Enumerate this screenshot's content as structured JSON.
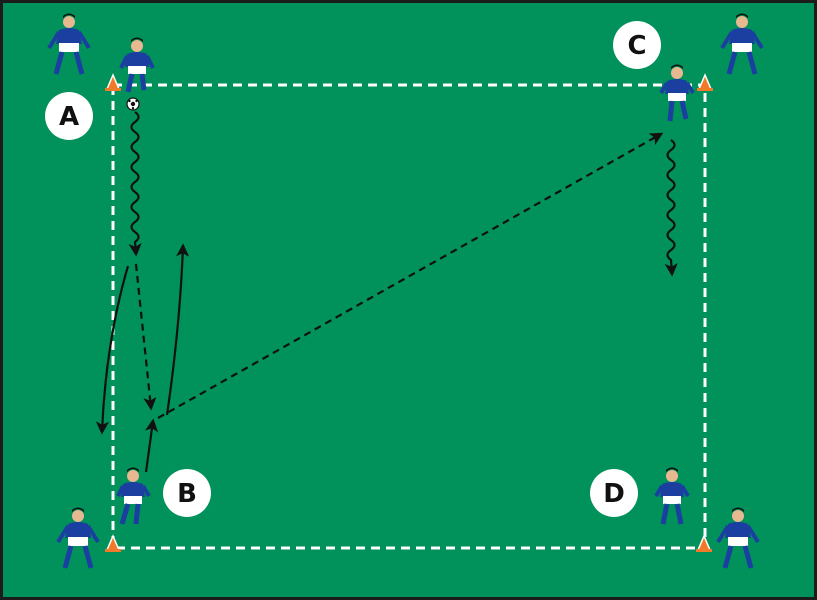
{
  "colors": {
    "pitch": "#00925a",
    "pitch_border": "#1c1c1c",
    "boundary": "#ffffff",
    "cone": "#f07a2a",
    "shirt": "#1b3fa0",
    "shorts": "#ffffff",
    "socks": "#1b3fa0",
    "skin": "#e8b890",
    "hair": "#111111",
    "arrow": "#111111",
    "label_bg": "#ffffff",
    "label_text": "#111111"
  },
  "stations": [
    {
      "label": "A"
    },
    {
      "label": "B"
    },
    {
      "label": "C"
    },
    {
      "label": "D"
    }
  ],
  "icons": {
    "player": "player-icon",
    "cone": "cone-icon",
    "ball": "ball-icon"
  },
  "arrow_types": [
    "dribble",
    "pass",
    "run"
  ]
}
